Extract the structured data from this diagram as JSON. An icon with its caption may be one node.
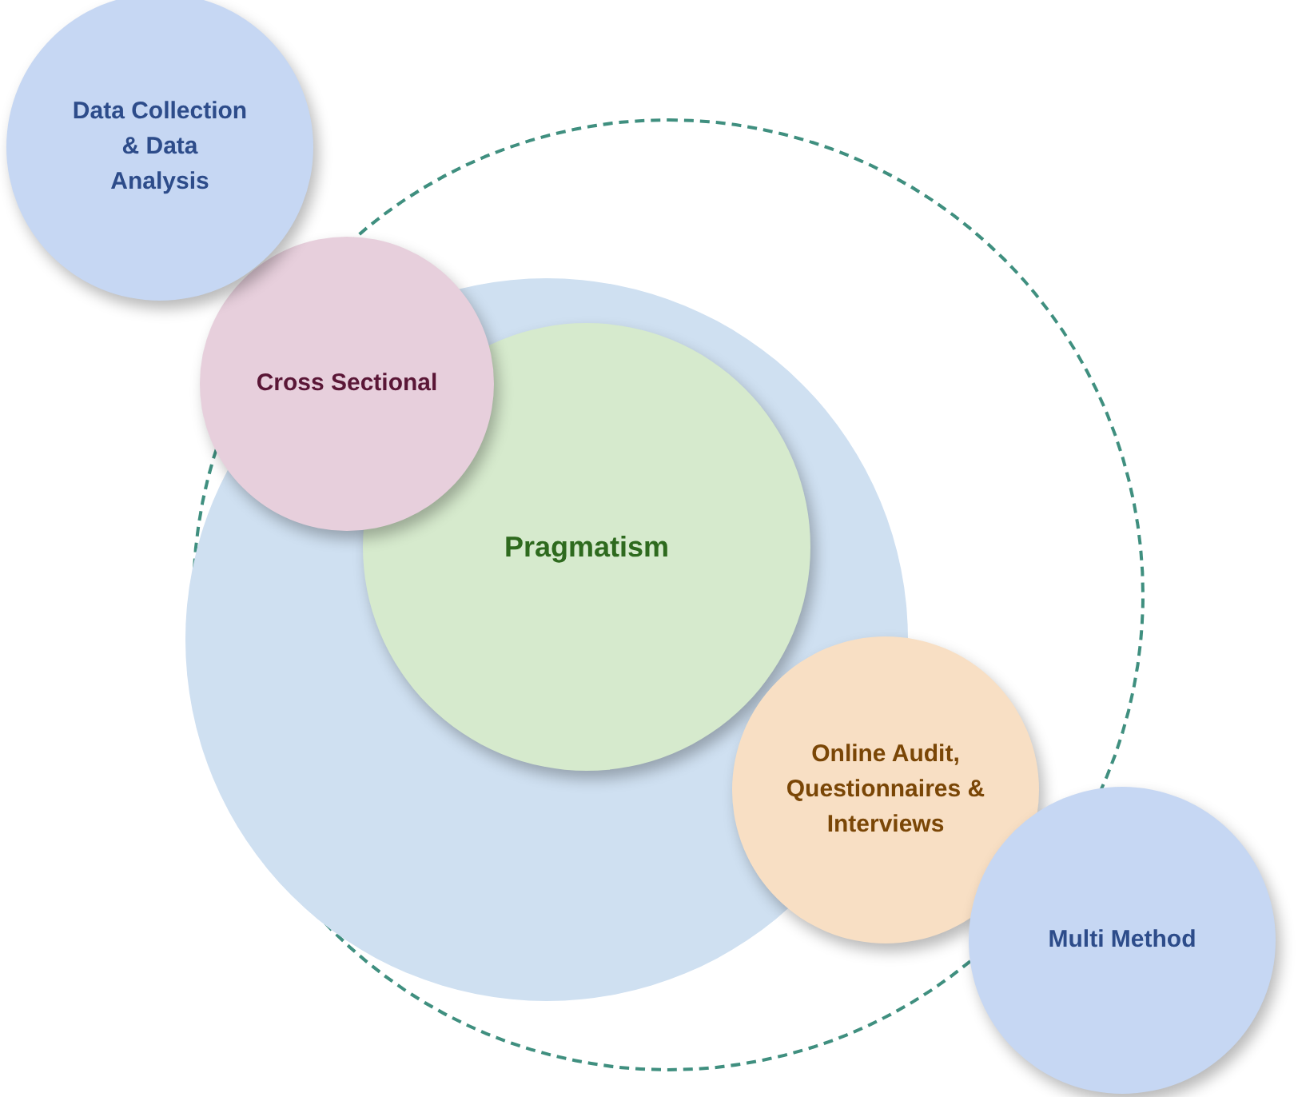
{
  "diagram": {
    "nodes": [
      {
        "text": [],
        "shape": "circle"
      },
      {
        "text": [],
        "shape": "circle",
        "in": 0
      },
      {
        "text": [
          "Pragmatism"
        ],
        "in": 1
      },
      {
        "text": [
          "Cross Sectional"
        ],
        "in": 0
      },
      {
        "text": [
          "Online Audit, Questionnaires & Interviews"
        ],
        "in": 0
      },
      {
        "text": [
          "Data Collection & Data Analysis"
        ]
      },
      {
        "text": [
          "Multi Method"
        ]
      }
    ]
  }
}
